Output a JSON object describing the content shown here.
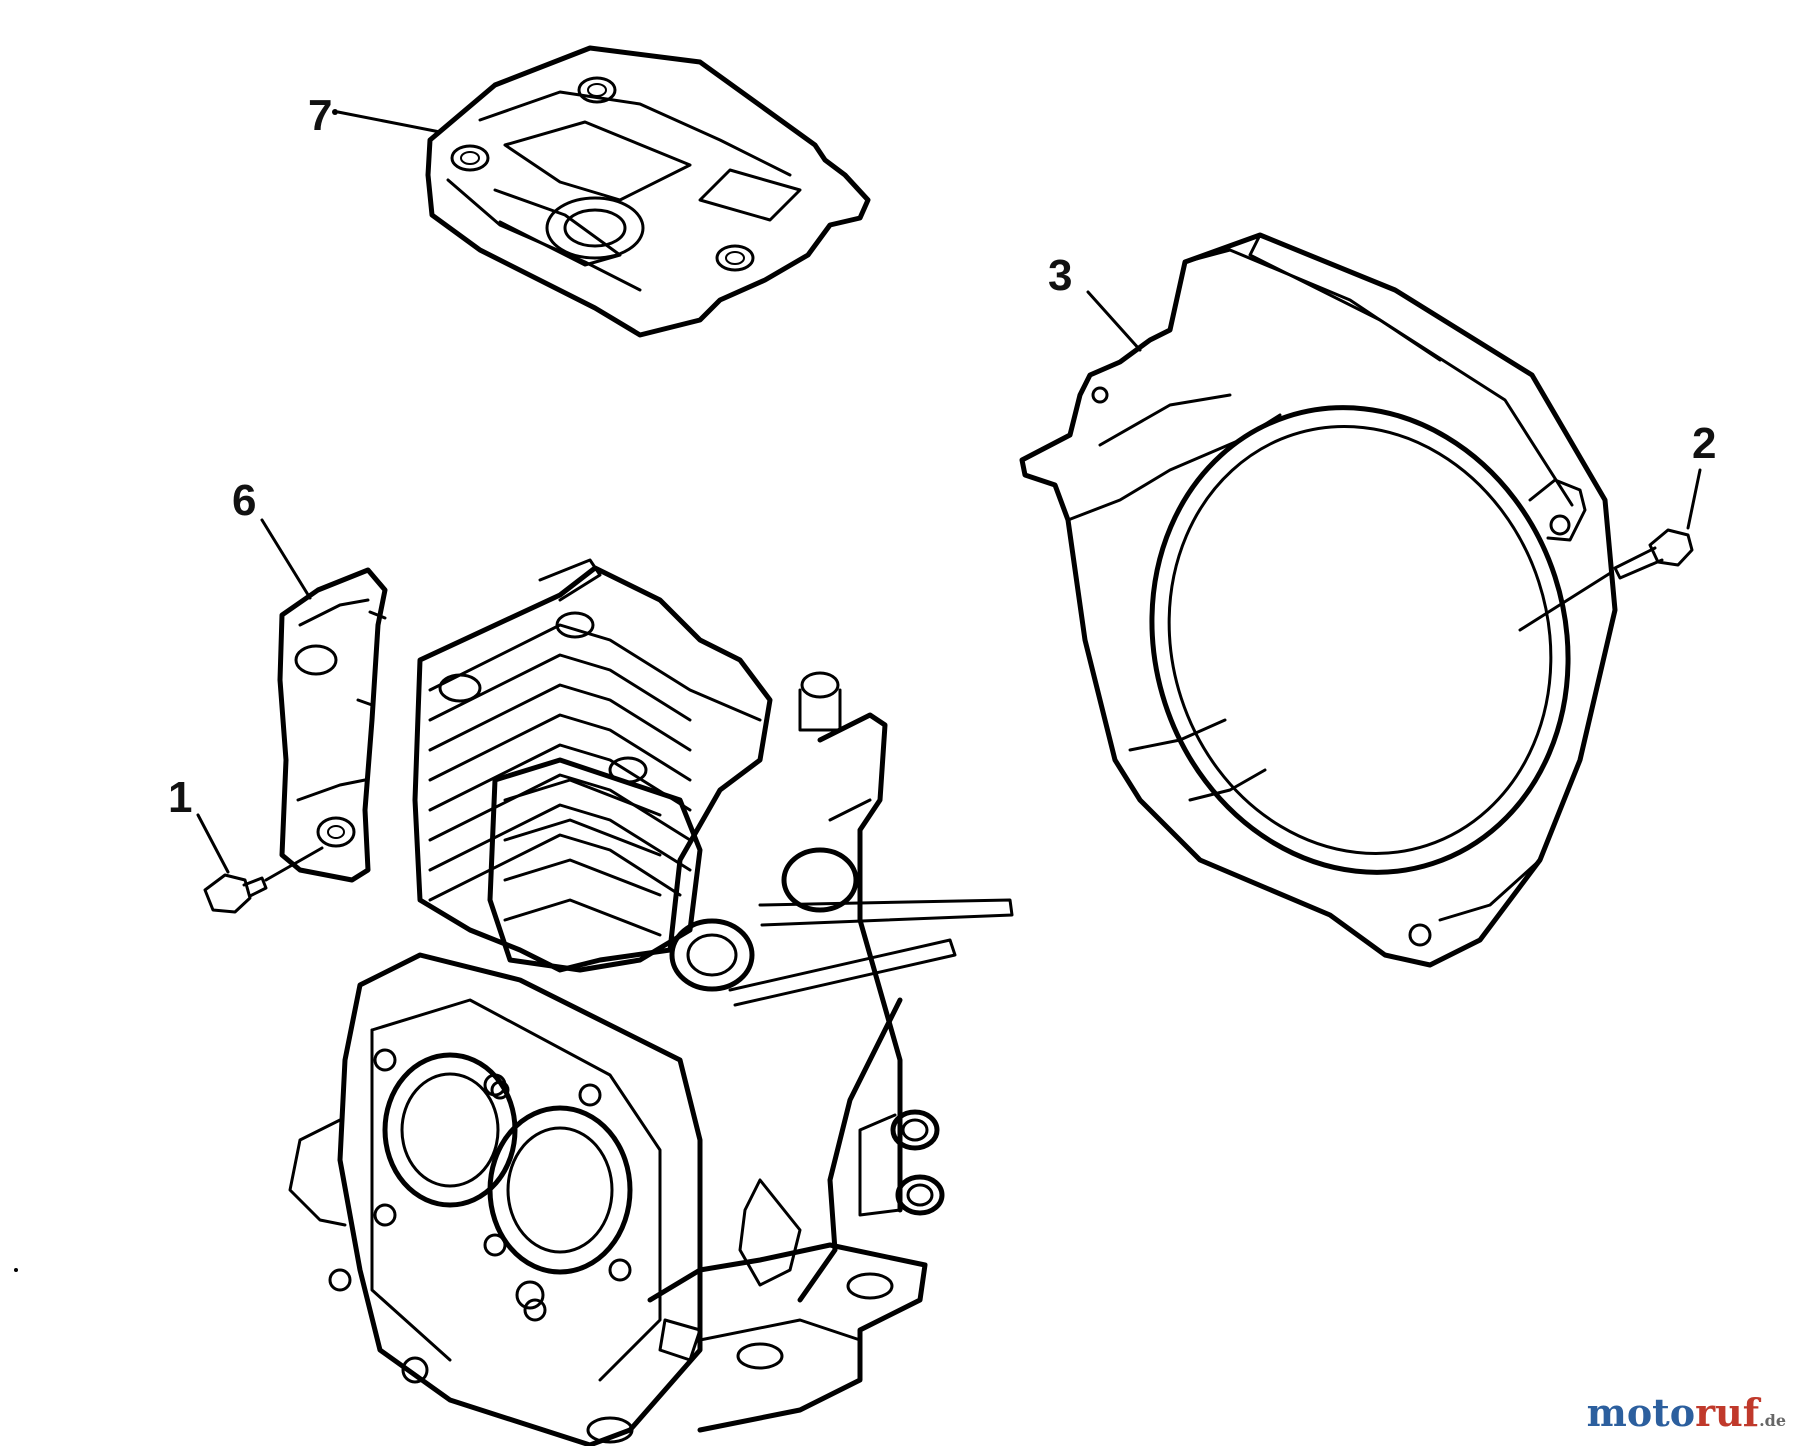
{
  "callouts": [
    {
      "id": "7",
      "text": "7"
    },
    {
      "id": "3",
      "text": "3"
    },
    {
      "id": "2",
      "text": "2"
    },
    {
      "id": "6",
      "text": "6"
    },
    {
      "id": "1",
      "text": "1"
    }
  ],
  "watermark": {
    "prefix": "moto",
    "suffix": "ruf",
    "domain": ".de"
  },
  "colors": {
    "line": "#000000",
    "background": "#ffffff",
    "brand_blue": "#2c5f9e",
    "brand_red": "#c0392b"
  }
}
